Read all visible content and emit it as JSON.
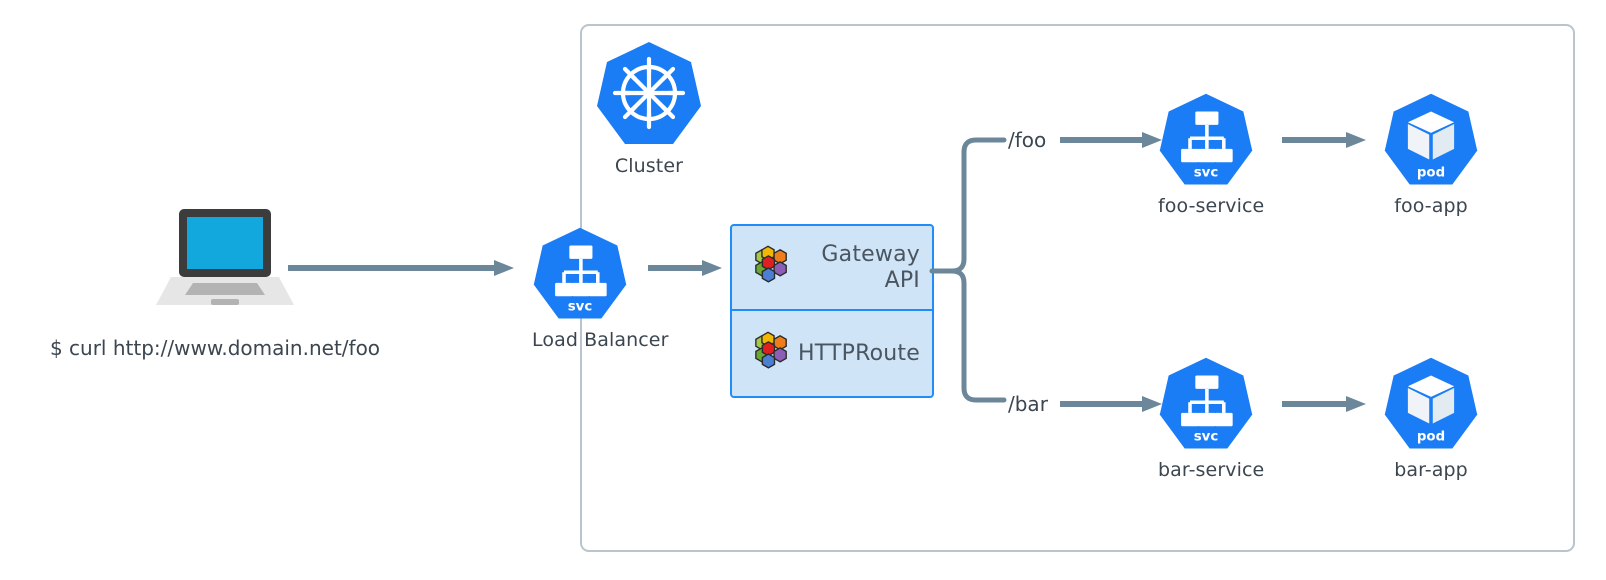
{
  "diagram": {
    "title": "Kubernetes Gateway API routing diagram",
    "colors": {
      "k8s_blue": "#1a7df5",
      "gateway_box_fill": "#cfe5f7",
      "gateway_box_border": "#1f8df5",
      "arrow_gray": "#6b8799",
      "cluster_border": "#b9c4cc",
      "label_text": "#3c4650",
      "laptop_screen": "#12a8de",
      "laptop_bezel": "#3c3c3c",
      "laptop_base": "#e6e6e6",
      "crd_center": "#e02020",
      "crd_top": "#f2b705",
      "crd_top_right": "#ef7d1a",
      "crd_bottom_right": "#8c5fb5",
      "crd_bottom": "#4a7fd4",
      "crd_bottom_left": "#6aa832",
      "crd_top_left": "#a8c84a"
    },
    "client": {
      "icon": "laptop-icon",
      "caption": "$ curl http://www.domain.net/foo"
    },
    "cluster": {
      "icon": "kubernetes-helm-icon",
      "label": "Cluster"
    },
    "load_balancer": {
      "icon": "svc-icon",
      "badge": "svc",
      "label": "Load Balancer"
    },
    "gateway": {
      "rows": [
        {
          "icon": "crd-hexagons-icon",
          "line1": "Gateway",
          "line2": "API"
        },
        {
          "icon": "crd-hexagons-icon",
          "line1": "HTTPRoute",
          "line2": ""
        }
      ]
    },
    "routes": [
      {
        "path_label": "/foo",
        "service": {
          "icon": "svc-icon",
          "badge": "svc",
          "label": "foo-service"
        },
        "pod": {
          "icon": "pod-icon",
          "badge": "pod",
          "label": "foo-app"
        }
      },
      {
        "path_label": "/bar",
        "service": {
          "icon": "svc-icon",
          "badge": "svc",
          "label": "bar-service"
        },
        "pod": {
          "icon": "pod-icon",
          "badge": "pod",
          "label": "bar-app"
        }
      }
    ]
  }
}
